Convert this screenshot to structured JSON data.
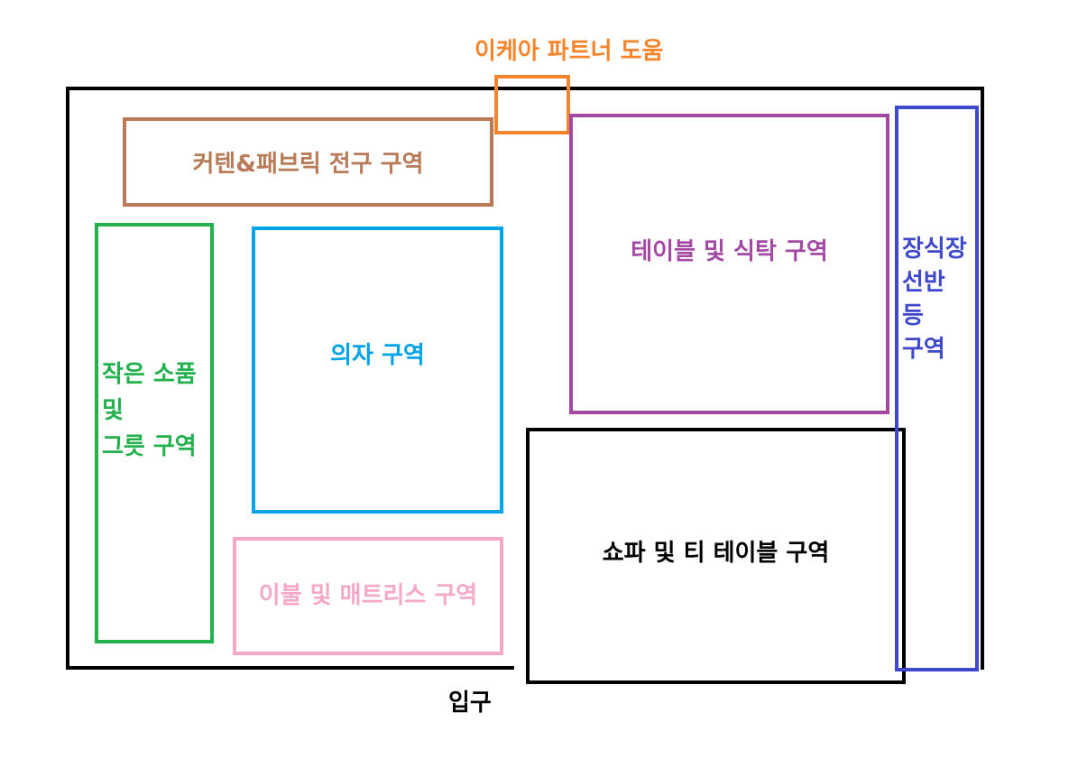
{
  "colors": {
    "outline": "#000000",
    "partner": "#f5842b",
    "curtain": "#b97a57",
    "smallgoods": "#22b14c",
    "chair": "#00a2e8",
    "bedding": "#f6a8c8",
    "table": "#a349a4",
    "storage": "#3f48cc",
    "sofa": "#000000"
  },
  "labels": {
    "partner": "이케아 파트너 도움",
    "curtain": "커텐&패브릭 전구 구역",
    "smallgoods": "작은 소품\n및\n그릇 구역",
    "chair": "의자 구역",
    "bedding": "이불 및 매트리스 구역",
    "table": "테이블 및 식탁 구역",
    "storage": "장식장\n선반\n등\n구역",
    "sofa": "쇼파 및 티 테이블 구역",
    "entrance": "입구"
  }
}
